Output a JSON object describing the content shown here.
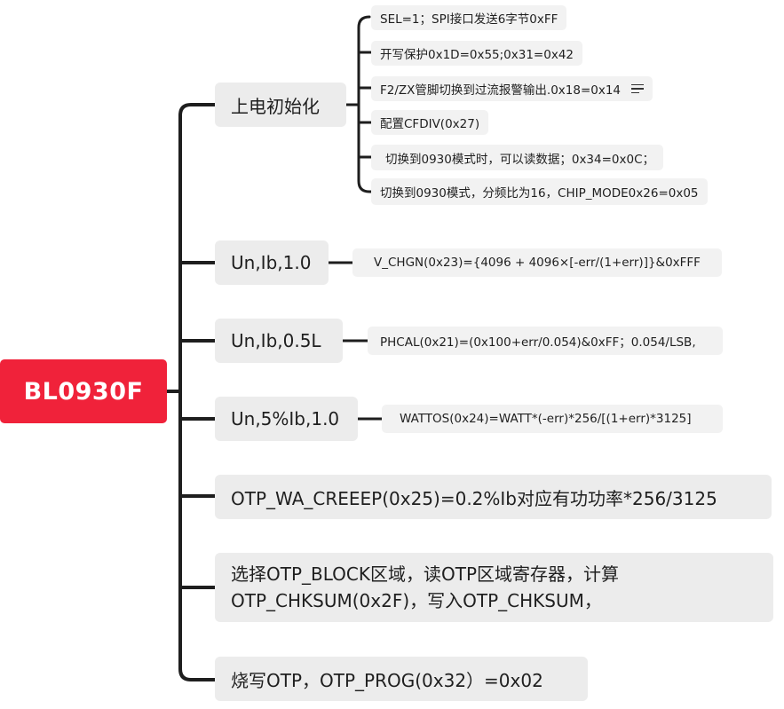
{
  "root": {
    "label": "BL0930F"
  },
  "branches": [
    {
      "label": "上电初始化",
      "children": [
        "SEL=1；SPI接口发送6字节0xFF",
        "开写保护0x1D=0x55;0x31=0x42",
        "F2/ZX管脚切换到过流报警输出.0x18=0x14",
        "配置CFDIV(0x27)",
        "切换到0930模式时，可以读数据；0x34=0x0C；",
        "切换到0930模式，分频比为16，CHIP_MODE0x26=0x05"
      ]
    },
    {
      "label": "Un,Ib,1.0",
      "children": [
        "V_CHGN(0x23)={4096 + 4096×[-err/(1+err)]}&0xFFF"
      ]
    },
    {
      "label": "Un,Ib,0.5L",
      "children": [
        "PHCAL(0x21)=(0x100+err/0.054)&0xFF；0.054/LSB,"
      ]
    },
    {
      "label": "Un,5%Ib,1.0",
      "children": [
        "WATTOS(0x24)=WATT*(-err)*256/[(1+err)*3125]"
      ]
    },
    {
      "label": "OTP_WA_CREEEP(0x25)=0.2%Ib对应有功功率*256/3125",
      "children": []
    },
    {
      "label": "选择OTP_BLOCK区域，读OTP区域寄存器，计算OTP_CHKSUM(0x2F)，写入OTP_CHKSUM，",
      "children": []
    },
    {
      "label": "烧写OTP，OTP_PROG(0x32）=0x02",
      "children": []
    }
  ],
  "icons": {
    "note": "menu-lines-icon"
  },
  "colors": {
    "root": "#f0223a",
    "node": "#ececec",
    "line": "#1e1e1e"
  }
}
